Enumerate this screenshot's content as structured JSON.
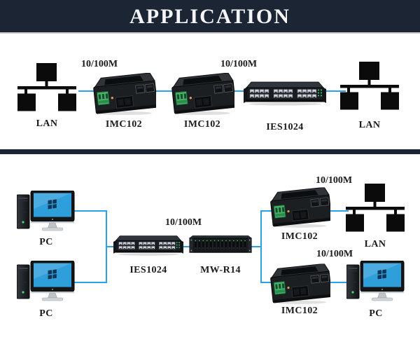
{
  "banner": {
    "title": "APPLICATION"
  },
  "colors": {
    "banner_bg": "#1c2534",
    "line_blue": "#2aa1e8",
    "screen_blue": "#2f9fdb",
    "terminal_green": "#46b269",
    "led_green": "#41d97a",
    "label_ink": "#1a1a1a"
  },
  "top": {
    "lan_left": "LAN",
    "link1": "10/100M",
    "imc1": "IMC102",
    "imc2": "IMC102",
    "link2": "10/100M",
    "ies": "IES1024",
    "lan_right": "LAN"
  },
  "bottom": {
    "pc1": "PC",
    "pc2": "PC",
    "ies": "IES1024",
    "link_mid": "10/100M",
    "mwr": "MW-R14",
    "link_top": "10/100M",
    "imc_top": "IMC102",
    "lan": "LAN",
    "link_bot": "10/100M",
    "imc_bot": "IMC102",
    "pc3": "PC"
  }
}
